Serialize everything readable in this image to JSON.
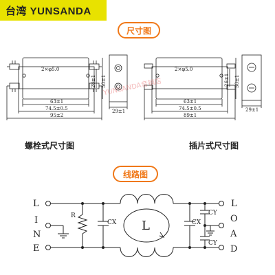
{
  "brand": "台湾 YUNSANDA",
  "section_titles": {
    "dimensions": "尺寸图",
    "circuit": "线路图"
  },
  "captions": {
    "screw_type": "螺栓式尺寸图",
    "tab_type": "插片式尺寸图"
  },
  "watermark": "YUNSANDA音销店",
  "left_drawing": {
    "hole_label": "2×φ5.0",
    "dims": [
      "63±1",
      "74.5±0.5",
      "95±2",
      "28±1",
      "50±1",
      "29±1"
    ]
  },
  "right_drawing": {
    "hole_label": "2×φ5.0",
    "dims": [
      "63±1",
      "74.5±0.5",
      "89±1",
      "26±1",
      "50±1",
      "29±1"
    ]
  },
  "circuit": {
    "line_letters": [
      "L",
      "I",
      "N",
      "E"
    ],
    "load_letters": [
      "L",
      "O",
      "A",
      "D"
    ],
    "resistor_label": "R",
    "cap_left_label": "CX",
    "cap_right_label": "CX",
    "cy_top_label": "CY",
    "cy_bottom_label": "CY",
    "inductor_label": "L"
  },
  "colors": {
    "accent": "#f07818",
    "brand_bg": "#e8e200",
    "line": "#222222"
  }
}
